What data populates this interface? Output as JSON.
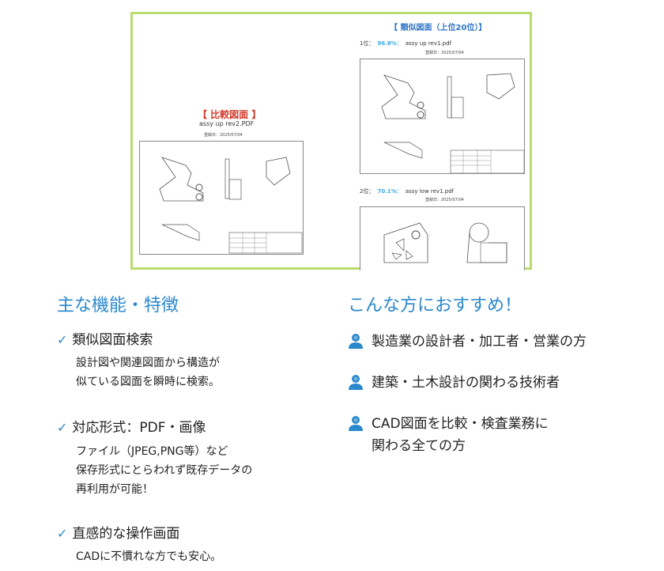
{
  "compare": {
    "title": "【 比較図面 】",
    "file": "assy up rev2.PDF",
    "date": "登録日：2025/07/04"
  },
  "similar": {
    "title": "【 類似図面（上位20位）】",
    "results": [
      {
        "rank": "1位：",
        "percent": "96.8%：",
        "file": "assy up rev1.pdf",
        "date": "登録日：2025/07/04"
      },
      {
        "rank": "2位：",
        "percent": "70.1%：",
        "file": "assy low rev1.pdf",
        "date": "登録日：2025/07/04"
      }
    ]
  },
  "features": {
    "heading": "主な機能・特徴",
    "items": [
      {
        "title": "類似図面検索",
        "lines": [
          "設計図や関連図面から構造が",
          "似ている図面を瞬時に検索。"
        ]
      },
      {
        "title": "対応形式：PDF・画像",
        "lines": [
          "ファイル（JPEG,PNG等）など",
          "保存形式にとらわれず既存データの",
          "再利用が可能！"
        ]
      },
      {
        "title": "直感的な操作画面",
        "lines": [
          "CADに不慣れな方でも安心。"
        ]
      }
    ]
  },
  "recommend": {
    "heading": "こんな方におすすめ！",
    "items": [
      {
        "lines": [
          "製造業の設計者・加工者・営業の方"
        ]
      },
      {
        "lines": [
          "建築・土木設計の関わる技術者"
        ]
      },
      {
        "lines": [
          "CAD図面を比較・検査業務に",
          "関わる全ての方"
        ]
      }
    ]
  },
  "colors": {
    "accent": "#2a88cc",
    "frame": "#b8dc6e",
    "compare": "#d23a2a",
    "percent": "#3aa8e8"
  }
}
